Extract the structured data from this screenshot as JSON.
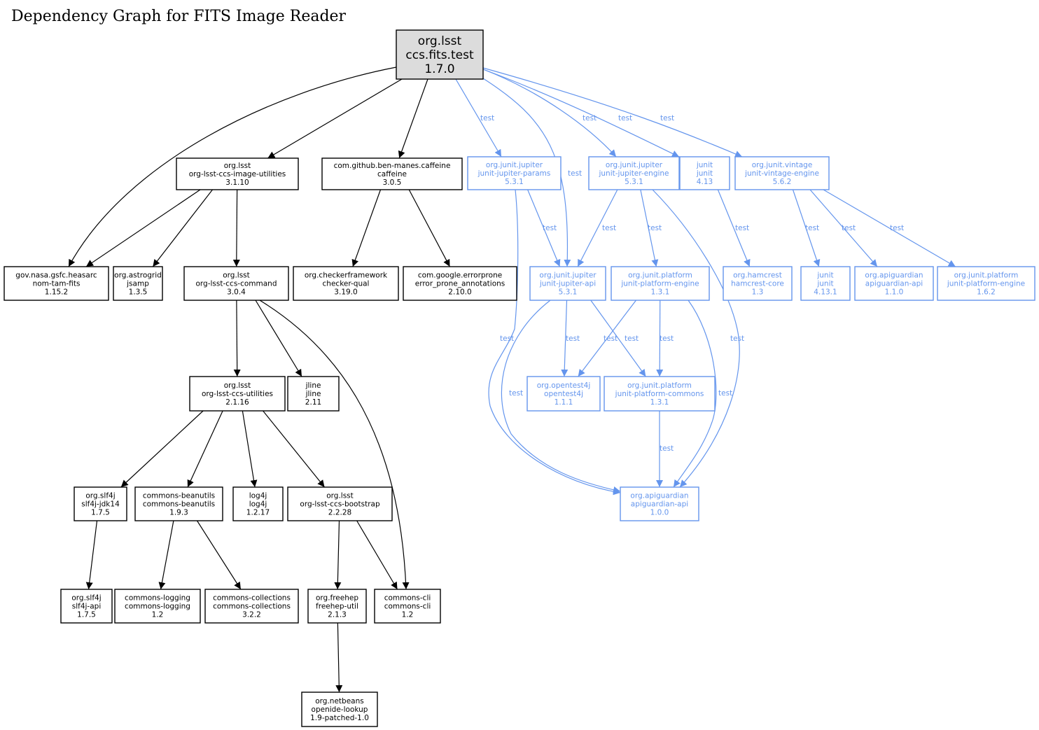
{
  "title": "Dependency Graph for FITS Image Reader",
  "colors": {
    "normal": "#000000",
    "test": "#6495ed",
    "root_fill": "#dcdcdc",
    "node_fill": "#ffffff"
  },
  "nodes": [
    {
      "id": "root",
      "lines": [
        "org.lsst",
        "ccs.fits.test",
        "1.7.0"
      ],
      "scope": "root"
    },
    {
      "id": "imgutil",
      "lines": [
        "org.lsst",
        "org-lsst-ccs-image-utilities",
        "3.1.10"
      ],
      "scope": "compile"
    },
    {
      "id": "caffeine",
      "lines": [
        "com.github.ben-manes.caffeine",
        "caffeine",
        "3.0.5"
      ],
      "scope": "compile"
    },
    {
      "id": "jparams",
      "lines": [
        "org.junit.jupiter",
        "junit-jupiter-params",
        "5.3.1"
      ],
      "scope": "test"
    },
    {
      "id": "jengine",
      "lines": [
        "org.junit.jupiter",
        "junit-jupiter-engine",
        "5.3.1"
      ],
      "scope": "test"
    },
    {
      "id": "junit413",
      "lines": [
        "junit",
        "junit",
        "4.13"
      ],
      "scope": "test"
    },
    {
      "id": "vintage",
      "lines": [
        "org.junit.vintage",
        "junit-vintage-engine",
        "5.6.2"
      ],
      "scope": "test"
    },
    {
      "id": "nomtam",
      "lines": [
        "gov.nasa.gsfc.heasarc",
        "nom-tam-fits",
        "1.15.2"
      ],
      "scope": "compile"
    },
    {
      "id": "jsamp",
      "lines": [
        "org.astrogrid",
        "jsamp",
        "1.3.5"
      ],
      "scope": "compile"
    },
    {
      "id": "ccscmd",
      "lines": [
        "org.lsst",
        "org-lsst-ccs-command",
        "3.0.4"
      ],
      "scope": "compile"
    },
    {
      "id": "checker",
      "lines": [
        "org.checkerframework",
        "checker-qual",
        "3.19.0"
      ],
      "scope": "compile"
    },
    {
      "id": "errorprone",
      "lines": [
        "com.google.errorprone",
        "error_prone_annotations",
        "2.10.0"
      ],
      "scope": "compile"
    },
    {
      "id": "japi",
      "lines": [
        "org.junit.jupiter",
        "junit-jupiter-api",
        "5.3.1"
      ],
      "scope": "test"
    },
    {
      "id": "plateng131",
      "lines": [
        "org.junit.platform",
        "junit-platform-engine",
        "1.3.1"
      ],
      "scope": "test"
    },
    {
      "id": "hamcrest",
      "lines": [
        "org.hamcrest",
        "hamcrest-core",
        "1.3"
      ],
      "scope": "test"
    },
    {
      "id": "junit4131",
      "lines": [
        "junit",
        "junit",
        "4.13.1"
      ],
      "scope": "test"
    },
    {
      "id": "apig110",
      "lines": [
        "org.apiguardian",
        "apiguardian-api",
        "1.1.0"
      ],
      "scope": "test"
    },
    {
      "id": "plateng162",
      "lines": [
        "org.junit.platform",
        "junit-platform-engine",
        "1.6.2"
      ],
      "scope": "test"
    },
    {
      "id": "ccsutil",
      "lines": [
        "org.lsst",
        "org-lsst-ccs-utilities",
        "2.1.16"
      ],
      "scope": "compile"
    },
    {
      "id": "jline",
      "lines": [
        "jline",
        "jline",
        "2.11"
      ],
      "scope": "compile"
    },
    {
      "id": "opentest4j",
      "lines": [
        "org.opentest4j",
        "opentest4j",
        "1.1.1"
      ],
      "scope": "test"
    },
    {
      "id": "platcommons",
      "lines": [
        "org.junit.platform",
        "junit-platform-commons",
        "1.3.1"
      ],
      "scope": "test"
    },
    {
      "id": "slf4jjdk",
      "lines": [
        "org.slf4j",
        "slf4j-jdk14",
        "1.7.5"
      ],
      "scope": "compile"
    },
    {
      "id": "beanutils",
      "lines": [
        "commons-beanutils",
        "commons-beanutils",
        "1.9.3"
      ],
      "scope": "compile"
    },
    {
      "id": "log4j",
      "lines": [
        "log4j",
        "log4j",
        "1.2.17"
      ],
      "scope": "compile"
    },
    {
      "id": "bootstrap",
      "lines": [
        "org.lsst",
        "org-lsst-ccs-bootstrap",
        "2.2.28"
      ],
      "scope": "compile"
    },
    {
      "id": "apig100",
      "lines": [
        "org.apiguardian",
        "apiguardian-api",
        "1.0.0"
      ],
      "scope": "test"
    },
    {
      "id": "slf4japi",
      "lines": [
        "org.slf4j",
        "slf4j-api",
        "1.7.5"
      ],
      "scope": "compile"
    },
    {
      "id": "clogging",
      "lines": [
        "commons-logging",
        "commons-logging",
        "1.2"
      ],
      "scope": "compile"
    },
    {
      "id": "ccollections",
      "lines": [
        "commons-collections",
        "commons-collections",
        "3.2.2"
      ],
      "scope": "compile"
    },
    {
      "id": "freehep",
      "lines": [
        "org.freehep",
        "freehep-util",
        "2.1.3"
      ],
      "scope": "compile"
    },
    {
      "id": "ccli",
      "lines": [
        "commons-cli",
        "commons-cli",
        "1.2"
      ],
      "scope": "compile"
    },
    {
      "id": "lookup",
      "lines": [
        "org.netbeans",
        "openide-lookup",
        "1.9-patched-1.0"
      ],
      "scope": "compile"
    }
  ],
  "edges": [
    {
      "from": "root",
      "to": "nomtam",
      "label": ""
    },
    {
      "from": "root",
      "to": "imgutil",
      "label": ""
    },
    {
      "from": "root",
      "to": "caffeine",
      "label": ""
    },
    {
      "from": "root",
      "to": "jparams",
      "label": "test"
    },
    {
      "from": "root",
      "to": "japi",
      "label": "test"
    },
    {
      "from": "root",
      "to": "jengine",
      "label": "test"
    },
    {
      "from": "root",
      "to": "junit413",
      "label": "test"
    },
    {
      "from": "root",
      "to": "vintage",
      "label": "test"
    },
    {
      "from": "imgutil",
      "to": "nomtam",
      "label": ""
    },
    {
      "from": "imgutil",
      "to": "jsamp",
      "label": ""
    },
    {
      "from": "imgutil",
      "to": "ccscmd",
      "label": ""
    },
    {
      "from": "caffeine",
      "to": "checker",
      "label": ""
    },
    {
      "from": "caffeine",
      "to": "errorprone",
      "label": ""
    },
    {
      "from": "jparams",
      "to": "japi",
      "label": "test"
    },
    {
      "from": "jparams",
      "to": "apig100",
      "label": "test"
    },
    {
      "from": "jengine",
      "to": "japi",
      "label": "test"
    },
    {
      "from": "jengine",
      "to": "plateng131",
      "label": "test"
    },
    {
      "from": "jengine",
      "to": "apig100",
      "label": "test"
    },
    {
      "from": "junit413",
      "to": "hamcrest",
      "label": "test"
    },
    {
      "from": "vintage",
      "to": "junit4131",
      "label": "test"
    },
    {
      "from": "vintage",
      "to": "apig110",
      "label": "test"
    },
    {
      "from": "vintage",
      "to": "plateng162",
      "label": "test"
    },
    {
      "from": "ccscmd",
      "to": "ccsutil",
      "label": ""
    },
    {
      "from": "ccscmd",
      "to": "jline",
      "label": ""
    },
    {
      "from": "ccscmd",
      "to": "ccli",
      "label": ""
    },
    {
      "from": "japi",
      "to": "opentest4j",
      "label": "test"
    },
    {
      "from": "japi",
      "to": "platcommons",
      "label": "test"
    },
    {
      "from": "japi",
      "to": "apig100",
      "label": "test"
    },
    {
      "from": "plateng131",
      "to": "opentest4j",
      "label": "test"
    },
    {
      "from": "plateng131",
      "to": "platcommons",
      "label": "test"
    },
    {
      "from": "plateng131",
      "to": "apig100",
      "label": "test"
    },
    {
      "from": "platcommons",
      "to": "apig100",
      "label": "test"
    },
    {
      "from": "ccsutil",
      "to": "slf4jjdk",
      "label": ""
    },
    {
      "from": "ccsutil",
      "to": "beanutils",
      "label": ""
    },
    {
      "from": "ccsutil",
      "to": "log4j",
      "label": ""
    },
    {
      "from": "ccsutil",
      "to": "bootstrap",
      "label": ""
    },
    {
      "from": "slf4jjdk",
      "to": "slf4japi",
      "label": ""
    },
    {
      "from": "beanutils",
      "to": "clogging",
      "label": ""
    },
    {
      "from": "beanutils",
      "to": "ccollections",
      "label": ""
    },
    {
      "from": "bootstrap",
      "to": "freehep",
      "label": ""
    },
    {
      "from": "bootstrap",
      "to": "ccli",
      "label": ""
    },
    {
      "from": "freehep",
      "to": "lookup",
      "label": ""
    }
  ]
}
